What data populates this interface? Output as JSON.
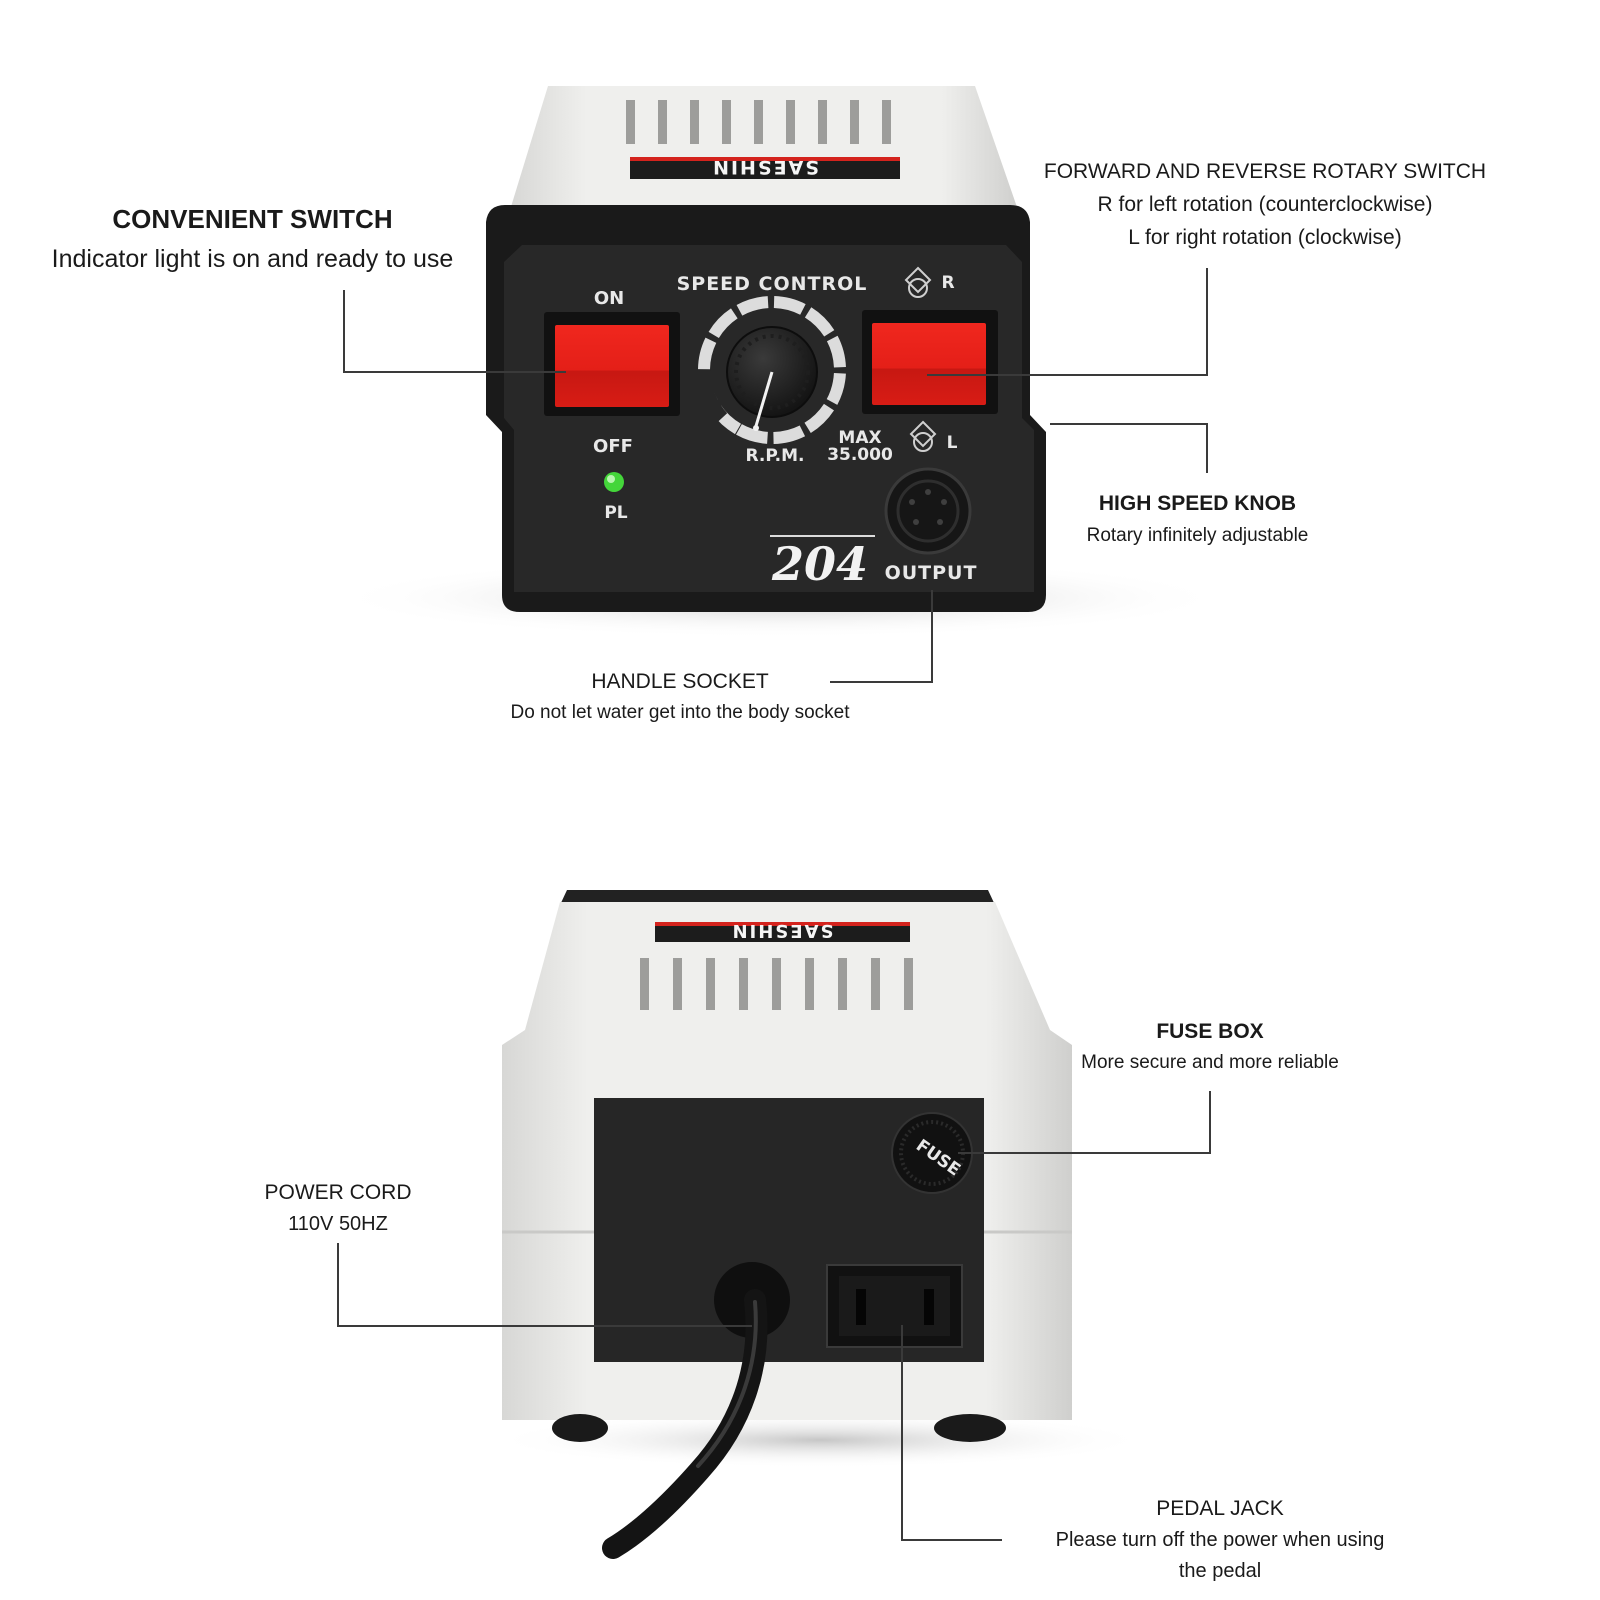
{
  "brand": "SAESHIN",
  "model": "204",
  "front_panel": {
    "speed_control_label": "SPEED CONTROL",
    "on_label": "ON",
    "off_label": "OFF",
    "pl_label": "PL",
    "rpm_label": "R.P.M.",
    "max_label": "MAX",
    "max_value": "35.000",
    "r_label": "R",
    "l_label": "L",
    "output_label": "OUTPUT"
  },
  "rear_panel": {
    "fuse_label": "FUSE"
  },
  "callouts": {
    "convenient_switch": {
      "title": "CONVENIENT SWITCH",
      "desc": "Indicator light is on and ready to use"
    },
    "rotary_switch": {
      "title": "FORWARD AND REVERSE ROTARY SWITCH",
      "line1": "R for left rotation (counterclockwise)",
      "line2": "L for right rotation (clockwise)"
    },
    "speed_knob": {
      "title": "HIGH SPEED KNOB",
      "desc": "Rotary infinitely adjustable"
    },
    "handle_socket": {
      "title": "HANDLE SOCKET",
      "desc": "Do not let water get into the body socket"
    },
    "fuse_box": {
      "title": "FUSE BOX",
      "desc": "More secure and more reliable"
    },
    "power_cord": {
      "title": "POWER CORD",
      "desc": "110V 50HZ"
    },
    "pedal_jack": {
      "title": "PEDAL JACK",
      "line1": "Please turn off the power when using",
      "line2": "the pedal"
    }
  },
  "colors": {
    "housing": "#e9e9e7",
    "panel": "#252525",
    "switch_red": "#e8201b",
    "indicator_green": "#3fd43a",
    "leader_line": "#3a3a3a"
  }
}
